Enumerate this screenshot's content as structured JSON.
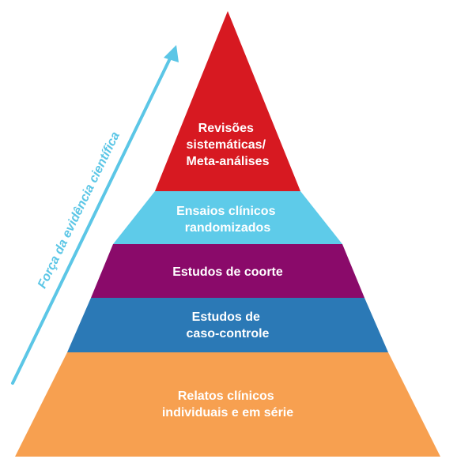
{
  "pyramid": {
    "levels": [
      {
        "lines": [
          "Revisões",
          "sistemáticas/",
          "Meta-análises"
        ],
        "color": "#d71921"
      },
      {
        "lines": [
          "Ensaios clínicos",
          "randomizados"
        ],
        "color": "#5ecbe9"
      },
      {
        "lines": [
          "Estudos de coorte"
        ],
        "color": "#8a0a6a"
      },
      {
        "lines": [
          "Estudos de",
          "caso-controle"
        ],
        "color": "#2b79b6"
      },
      {
        "lines": [
          "Relatos clínicos",
          "individuais e em série"
        ],
        "color": "#f7a050"
      }
    ]
  },
  "axis": {
    "label": "Força da evidência científica",
    "color": "#5bc6e6"
  }
}
